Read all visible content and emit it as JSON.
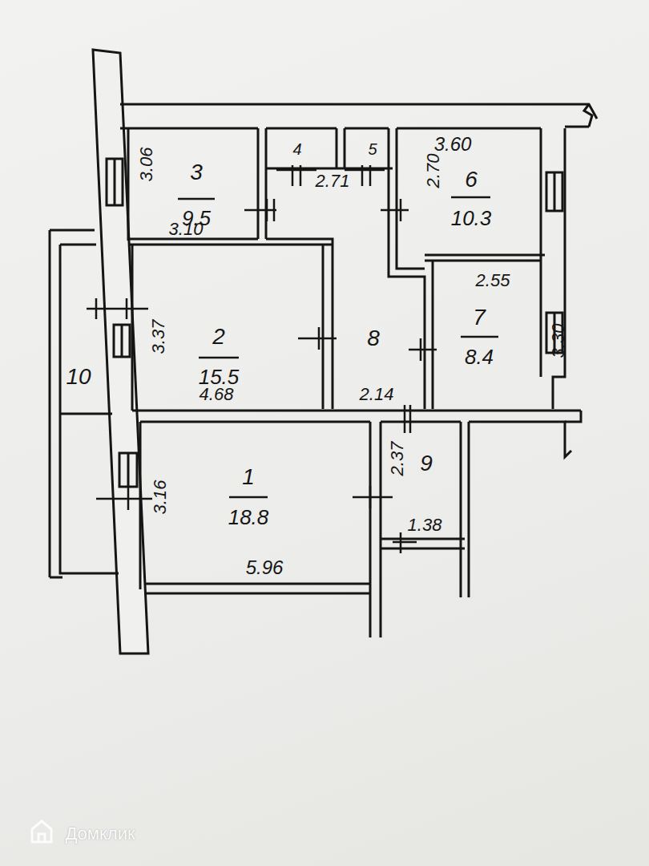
{
  "diagram": {
    "labels": [
      "3.60",
      "3.06",
      "3",
      "9.5",
      "4",
      "5",
      "2.71",
      "2.70",
      "6",
      "10.3",
      "3.10",
      "2.55",
      "3.37",
      "2",
      "15.5",
      "8",
      "7",
      "8.4",
      "3.30",
      "10",
      "4.68",
      "2.14",
      "2.37",
      "9",
      "1",
      "18.8",
      "3.16",
      "1.38",
      "5.96",
      "Домклик"
    ]
  }
}
